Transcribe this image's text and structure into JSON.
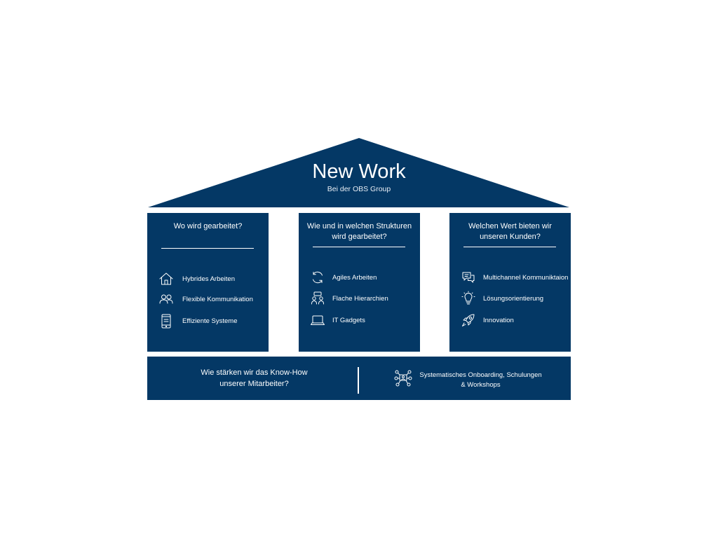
{
  "roof": {
    "title": "New Work",
    "subtitle": "Bei der OBS Group"
  },
  "pillars": [
    {
      "question": "Wo wird gearbeitet?",
      "items": [
        {
          "icon": "house-icon",
          "label": "Hybrides Arbeiten"
        },
        {
          "icon": "people-icon",
          "label": "Flexible Kommunikation"
        },
        {
          "icon": "mobile-system-icon",
          "label": "Effiziente Systeme"
        }
      ]
    },
    {
      "question": "Wie und in welchen Strukturen wird gearbeitet?",
      "items": [
        {
          "icon": "cycle-arrows-icon",
          "label": "Agiles Arbeiten"
        },
        {
          "icon": "team-hierarchy-icon",
          "label": "Flache Hierarchien"
        },
        {
          "icon": "laptop-icon",
          "label": "IT Gadgets"
        }
      ]
    },
    {
      "question": "Welchen Wert bieten wir unseren Kunden?",
      "items": [
        {
          "icon": "chat-bubbles-icon",
          "label": "Multichannel Kommuniktaion"
        },
        {
          "icon": "lightbulb-icon",
          "label": "Lösungsorientierung"
        },
        {
          "icon": "rocket-icon",
          "label": "Innovation"
        }
      ]
    }
  ],
  "base": {
    "question": "Wie stärken wir das Know-How unserer Mitarbeiter?",
    "answer": "Systematisches Onboarding, Schulungen & Workshops",
    "icon": "network-training-icon"
  },
  "colors": {
    "navy": "#043865",
    "text": "#ffffff",
    "background": "#ffffff"
  }
}
